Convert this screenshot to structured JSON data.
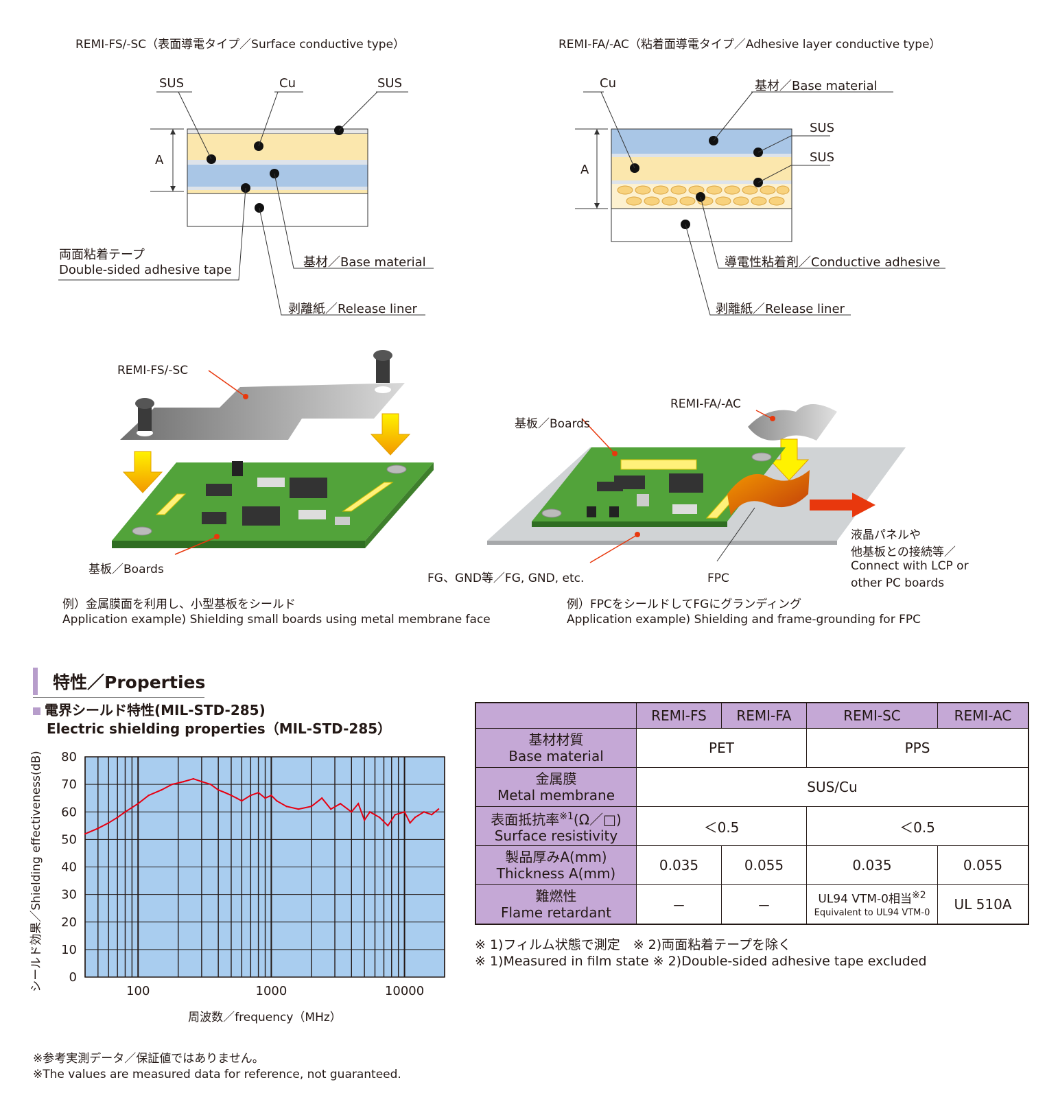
{
  "diagrams": {
    "fs_title": "REMI-FS/-SC（表面導電タイプ／Surface conductive type）",
    "fa_title": "REMI-FA/-AC（粘着面導電タイプ／Adhesive layer conductive type）",
    "fs_labels": {
      "sus_left": "SUS",
      "cu": "Cu",
      "sus_right": "SUS",
      "dim": "A",
      "tape_jp": "両面粘着テープ",
      "tape_en": "Double-sided adhesive tape",
      "base": "基材／Base material",
      "liner": "剥離紙／Release liner"
    },
    "fa_labels": {
      "cu": "Cu",
      "base": "基材／Base material",
      "sus1": "SUS",
      "sus2": "SUS",
      "dim": "A",
      "adhesive": "導電性粘着剤／Conductive adhesive",
      "liner": "剥離紙／Release liner"
    }
  },
  "examples": {
    "left": {
      "product": "REMI-FS/-SC",
      "boards": "基板／Boards",
      "caption_jp": "例）金属膜面を利用し、小型基板をシールド",
      "caption_en": "Application example) Shielding small boards using metal membrane face"
    },
    "right": {
      "product": "REMI-FA/-AC",
      "boards": "基板／Boards",
      "fg": "FG、GND等／FG, GND, etc.",
      "fpc": "FPC",
      "connect1": "液晶パネルや",
      "connect2": "他基板との接続等／",
      "connect3": "Connect with LCP or",
      "connect4": "other PC boards",
      "caption_jp": "例）FPCをシールドしてFGにグランディング",
      "caption_en": "Application example) Shielding and frame-grounding for FPC"
    }
  },
  "properties": {
    "section_title": "特性／Properties",
    "chart_title_jp": "電界シールド特性(MIL-STD-285)",
    "chart_title_en": "Electric shielding properties（MIL-STD-285）",
    "footnote_jp": "※参考実測データ／保証値ではありません。",
    "footnote_en": "※The values are measured data for reference,  not guaranteed."
  },
  "chart_data": {
    "type": "line",
    "title": "電界シールド特性(MIL-STD-285) Electric shielding properties（MIL-STD-285）",
    "xlabel": "周波数／frequency（MHz）",
    "ylabel": "シールド効果／Shielding effectiveness(dB)",
    "x_scale": "log",
    "xlim": [
      40,
      20000
    ],
    "ylim": [
      0,
      80
    ],
    "x_ticks": [
      "100",
      "1000",
      "10000"
    ],
    "y_ticks": [
      "0",
      "10",
      "20",
      "30",
      "40",
      "50",
      "60",
      "70",
      "80"
    ],
    "grid": true,
    "series": [
      {
        "color": "#e60012",
        "x": [
          40,
          50,
          60,
          70,
          80,
          100,
          120,
          150,
          180,
          220,
          260,
          300,
          350,
          400,
          450,
          500,
          550,
          600,
          700,
          800,
          900,
          1000,
          1100,
          1300,
          1600,
          2000,
          2400,
          2800,
          3300,
          4000,
          4500,
          5000,
          5500,
          6500,
          7500,
          8500,
          10000,
          11000,
          12000,
          14000,
          16000,
          18000
        ],
        "y": [
          52,
          54,
          56,
          58,
          60,
          63,
          66,
          68,
          70,
          71,
          72,
          71,
          70,
          68,
          67,
          66,
          65,
          64,
          66,
          67,
          65,
          66,
          64,
          62,
          61,
          62,
          65,
          61,
          63,
          60,
          63,
          57,
          60,
          58,
          55,
          59,
          60,
          56,
          58,
          60,
          59,
          61
        ]
      }
    ]
  },
  "table": {
    "headers": [
      "REMI-FS",
      "REMI-FA",
      "REMI-SC",
      "REMI-AC"
    ],
    "rows": {
      "base": {
        "jp": "基材材質",
        "en": "Base material",
        "v1": "PET",
        "v2": "PPS"
      },
      "metal": {
        "jp": "金属膜",
        "en": "Metal membrane",
        "v": "SUS/Cu"
      },
      "resist": {
        "jp": "表面抵抗率",
        "sup": "※1",
        "unit": "(Ω／□)",
        "en": "Surface resistivity",
        "v1": "＜0.5",
        "v2": "＜0.5"
      },
      "thick": {
        "jp": "製品厚みA(mm)",
        "en": "Thickness A(mm)",
        "fs": "0.035",
        "fa": "0.055",
        "sc": "0.035",
        "ac": "0.055"
      },
      "flame": {
        "jp": "難燃性",
        "en": "Flame retardant",
        "fs": "－",
        "fa": "－",
        "sc": "UL94 VTM-0相当",
        "sc_sup": "※2",
        "sc_en": "Equivalent to UL94 VTM-0",
        "ac": "UL 510A"
      }
    },
    "note_jp": "※ 1)フィルム状態で測定　※ 2)両面粘着テープを除く",
    "note_en": "※ 1)Measured in film state  ※ 2)Double-sided adhesive tape excluded"
  }
}
